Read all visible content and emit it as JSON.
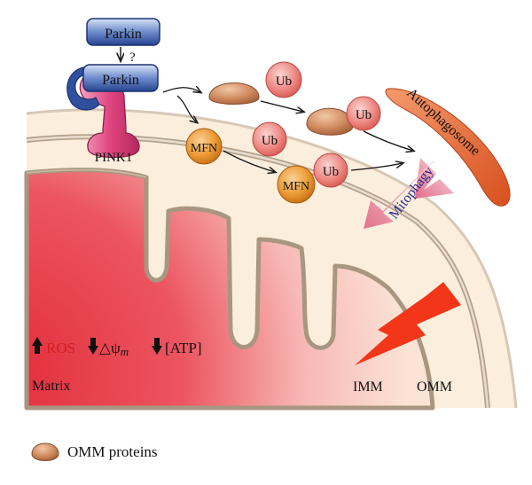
{
  "labels": {
    "parkin_top": "Parkin",
    "question": "?",
    "parkin_bound": "Parkin",
    "pink1": "PINK1",
    "ub_1": "Ub",
    "ub_2": "Ub",
    "ub_3": "Ub",
    "ub_4": "Ub",
    "mfn_1": "MFN",
    "mfn_2": "MFN",
    "autophagosome": "Autophagosome",
    "mitophagy": "Mitophagy",
    "ros": "ROS",
    "delta_psi": "△ψ",
    "delta_psi_sub": "m",
    "atp": "[ATP]",
    "matrix": "Matrix",
    "imm": "IMM",
    "omm": "OMM"
  },
  "legend": {
    "omm_proteins": "OMM proteins"
  },
  "colors": {
    "parkin_fill": "#2f4f9f",
    "pink1_fill": "#e0457f",
    "ub_fill": "#e86a6a",
    "mfn_fill": "#e8922a",
    "omm_protein_fill": "#c8845a",
    "autophagosome_fill": "#e06030",
    "lightning": "#f03010",
    "ros_text": "#d21f1f",
    "matrix_red": "#e5333d"
  }
}
